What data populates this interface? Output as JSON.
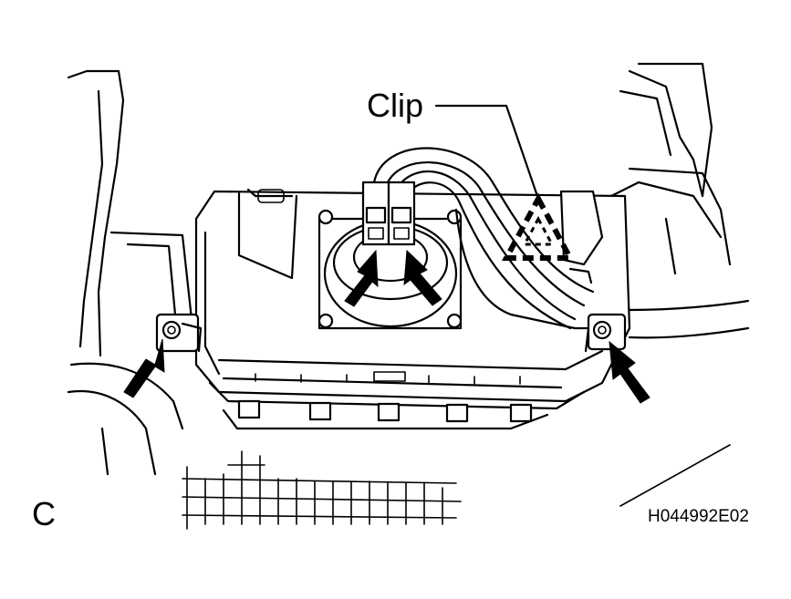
{
  "labels": {
    "clip": "Clip",
    "view": "C",
    "figure_code": "H044992E02"
  }
}
